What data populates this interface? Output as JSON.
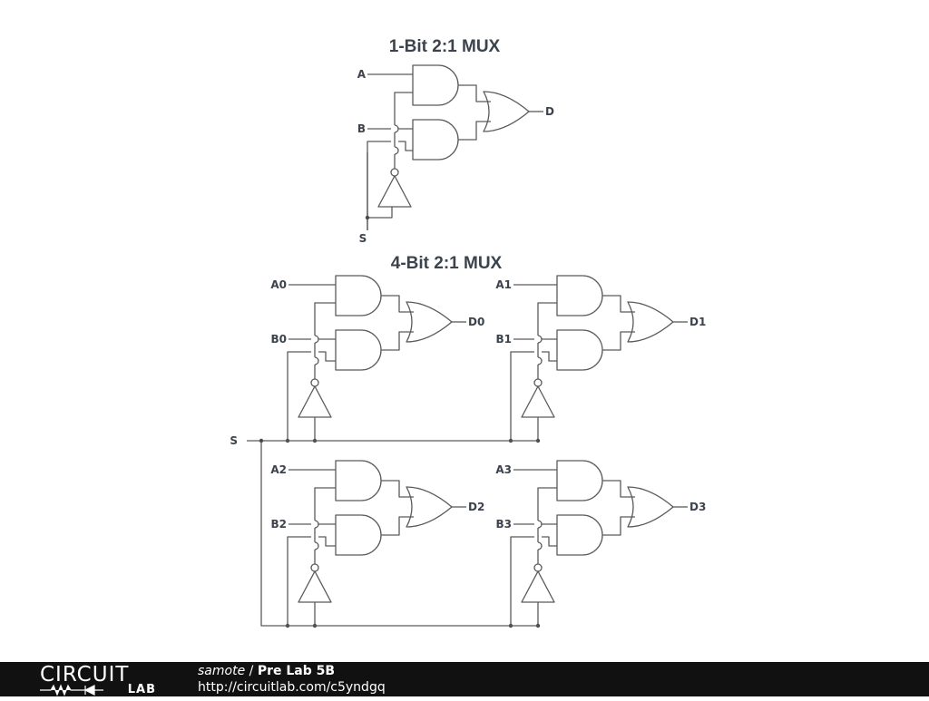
{
  "diagram": {
    "title_1bit": "1-Bit 2:1 MUX",
    "title_4bit": "4-Bit 2:1 MUX",
    "mux_1bit": {
      "in_a": "A",
      "in_b": "B",
      "select": "S",
      "out": "D"
    },
    "mux_4bit": {
      "select": "S",
      "bits": [
        {
          "in_a": "A0",
          "in_b": "B0",
          "out": "D0"
        },
        {
          "in_a": "A1",
          "in_b": "B1",
          "out": "D1"
        },
        {
          "in_a": "A2",
          "in_b": "B2",
          "out": "D2"
        },
        {
          "in_a": "A3",
          "in_b": "B3",
          "out": "D3"
        }
      ]
    }
  },
  "footer": {
    "logo_top": "CIRCUIT",
    "logo_bottom": "LAB",
    "author": "samote",
    "separator": " / ",
    "project": "Pre Lab 5B",
    "url": "http://circuitlab.com/c5yndgq"
  }
}
